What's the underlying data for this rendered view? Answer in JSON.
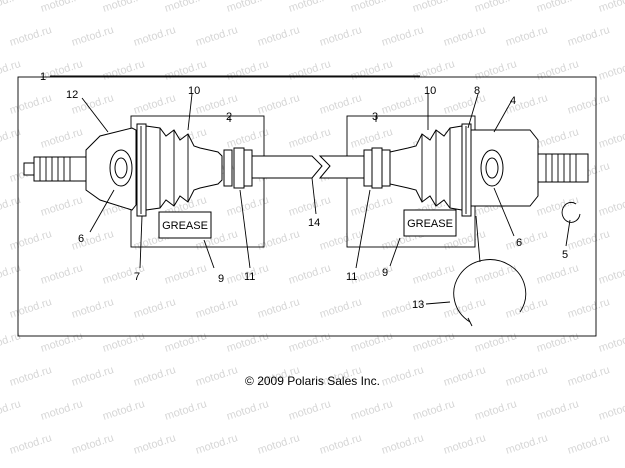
{
  "diagram": {
    "watermark": "motod.ru",
    "copyright": "© 2009 Polaris Sales Inc.",
    "grease_labels": [
      "GREASE",
      "GREASE"
    ],
    "callouts": [
      "1",
      "2",
      "3",
      "4",
      "5",
      "6",
      "6",
      "7",
      "8",
      "9",
      "9",
      "10",
      "10",
      "11",
      "11",
      "12",
      "13",
      "14"
    ]
  }
}
